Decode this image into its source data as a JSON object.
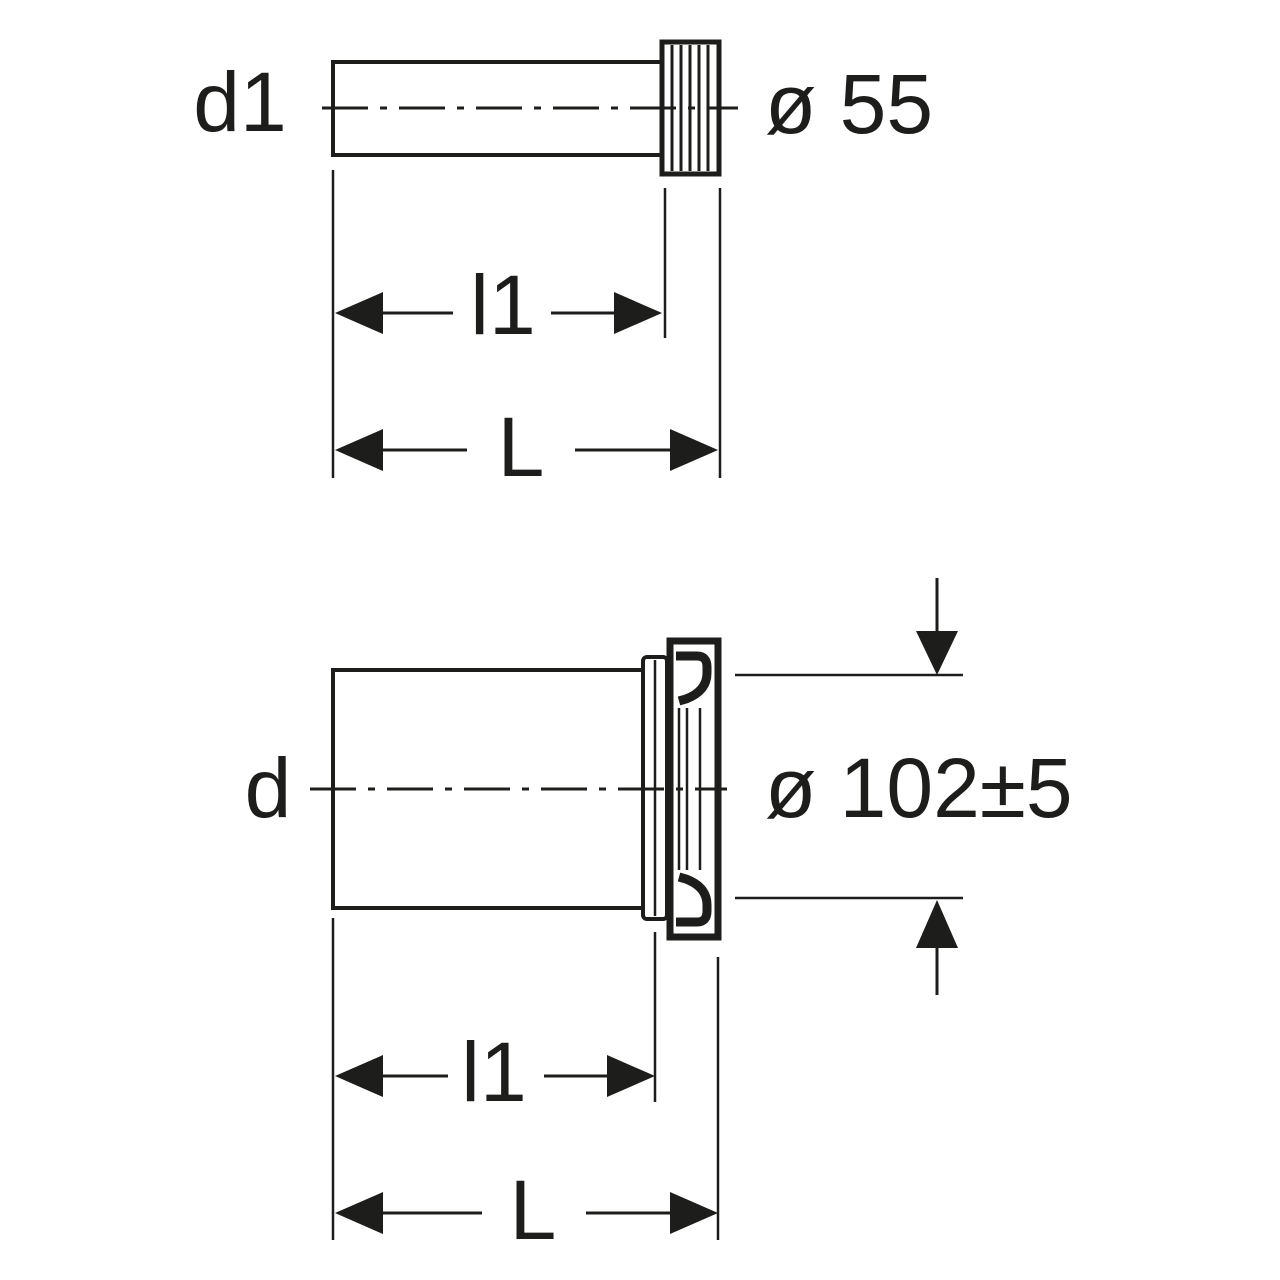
{
  "drawing": {
    "title": "flush-pipe-technical-diagram",
    "figure_top": {
      "bore_label": "d1",
      "outer_diameter_label": "ø 55",
      "inner_length_label": "l1",
      "total_length_label": "L"
    },
    "figure_bottom": {
      "bore_label": "d",
      "outer_diameter_label": "ø 102±5",
      "inner_length_label": "l1",
      "total_length_label": "L"
    },
    "colors": {
      "line": "#1d1d1b",
      "background": "#ffffff"
    }
  }
}
